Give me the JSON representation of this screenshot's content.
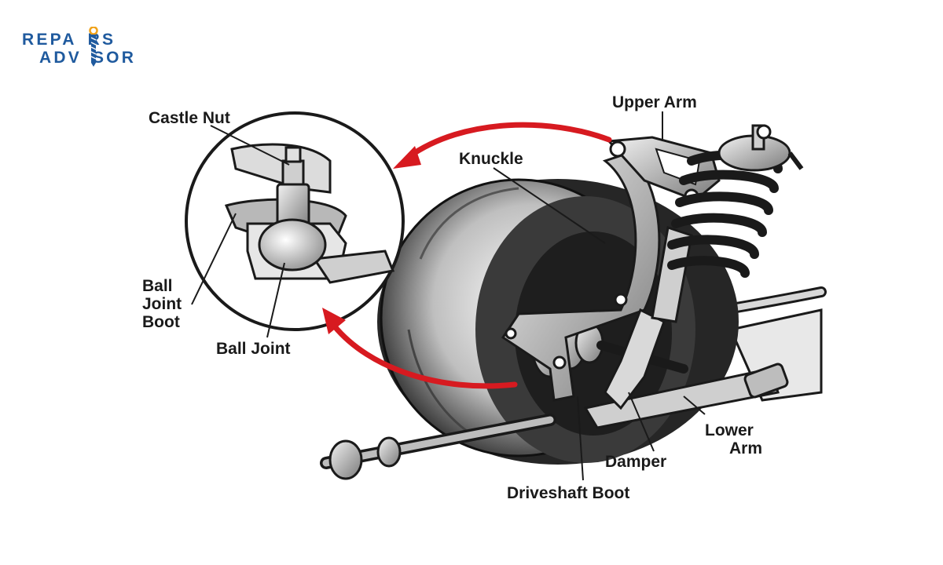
{
  "logo": {
    "word1_a": "REPA",
    "word1_b": "RS",
    "word2_a": "ADV",
    "word2_b": "SOR"
  },
  "labels": {
    "upper_arm": "Upper Arm",
    "castle_nut": "Castle Nut",
    "knuckle": "Knuckle",
    "ball_joint_boot_1": "Ball",
    "ball_joint_boot_2": "Joint",
    "ball_joint_boot_3": "Boot",
    "ball_joint": "Ball Joint",
    "lower_arm_1": "Lower",
    "lower_arm_2": "Arm",
    "damper": "Damper",
    "driveshaft_boot": "Driveshaft Boot"
  },
  "colors": {
    "brand": "#1f5a9e",
    "accent": "#f0a21a",
    "arrow": "#d71a20",
    "line": "#1a1a1a"
  }
}
